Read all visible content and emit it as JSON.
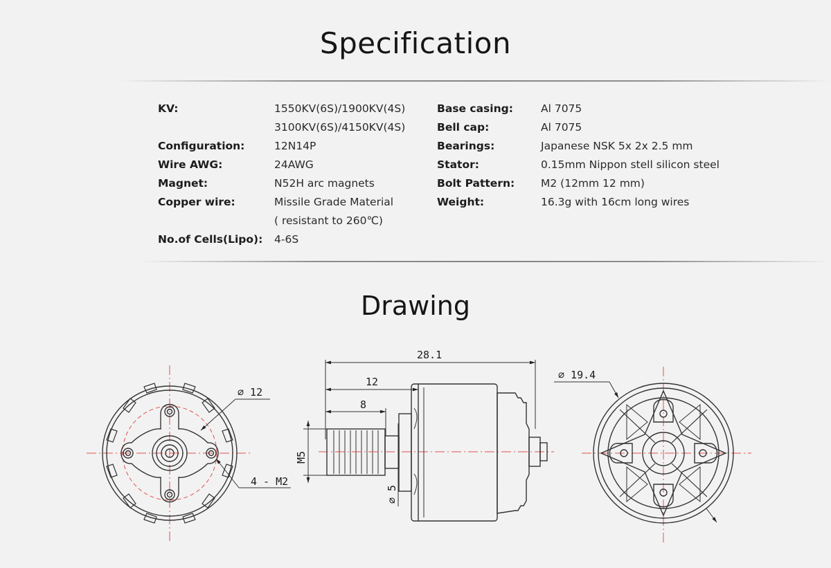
{
  "specification_title": "Specification",
  "drawing_title": "Drawing",
  "specs_left": [
    {
      "label": "KV:",
      "values": [
        "1550KV(6S)/1900KV(4S)",
        "3100KV(6S)/4150KV(4S)"
      ]
    },
    {
      "label": "Configuration:",
      "values": [
        "12N14P"
      ]
    },
    {
      "label": "Wire AWG:",
      "values": [
        "24AWG"
      ]
    },
    {
      "label": "Magnet:",
      "values": [
        "N52H arc magnets"
      ]
    },
    {
      "label": "Copper wire:",
      "values": [
        "Missile Grade Material",
        "( resistant to 260℃)"
      ]
    },
    {
      "label": "No.of Cells(Lipo):",
      "values": [
        "4-6S"
      ]
    }
  ],
  "specs_right": [
    {
      "label": "Base casing:",
      "values": [
        "Al 7075"
      ]
    },
    {
      "label": "Bell cap:",
      "values": [
        "Al 7075"
      ]
    },
    {
      "label": "Bearings:",
      "values": [
        "Japanese NSK 5x 2x 2.5 mm"
      ]
    },
    {
      "label": "Stator:",
      "values": [
        "0.15mm Nippon stell silicon steel"
      ]
    },
    {
      "label": "Bolt Pattern:",
      "values": [
        "M2 (12mm 12 mm)"
      ]
    },
    {
      "label": "Weight:",
      "values": [
        "16.3g with 16cm long wires"
      ]
    }
  ],
  "drawing": {
    "bottom_view": {
      "diameter_label": "∅ 12",
      "bolt_label": "4 - M2"
    },
    "side_view": {
      "overall_length": "28.1",
      "shaft_to_base": "12",
      "thread_length": "8",
      "thread_size": "M5",
      "shaft_diameter": "∅ 5"
    },
    "top_view": {
      "diameter_label": "∅ 19.4"
    }
  },
  "colors": {
    "background": "#f2f2f2",
    "line": "#333333",
    "center_line": "#e05050"
  }
}
